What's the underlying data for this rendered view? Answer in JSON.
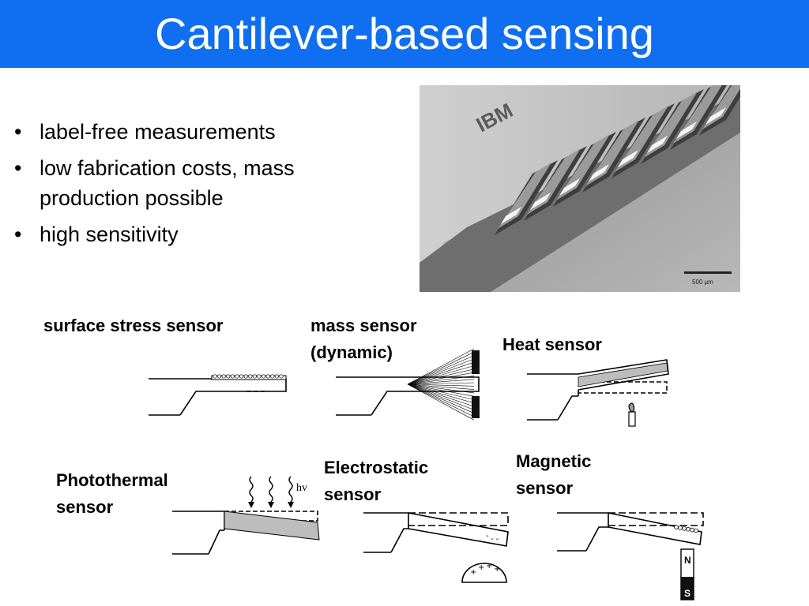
{
  "slide": {
    "title": "Cantilever-based sensing",
    "bullets": [
      "label-free measurements",
      "low fabrication costs, mass production possible",
      "high sensitivity"
    ]
  },
  "photo": {
    "logo_text": "IBM",
    "scale_bar_label": "500 µm"
  },
  "sensors": {
    "surface_stress": "surface stress sensor",
    "mass": "mass sensor (dynamic)",
    "heat": "Heat sensor",
    "photothermal": "Photothermal sensor",
    "electrostatic": "Electrostatic sensor",
    "magnetic": "Magnetic sensor"
  },
  "diagram_labels": {
    "light": "hv",
    "magnet_north": "N",
    "magnet_south": "S"
  },
  "colors": {
    "title_bar": "#0f6ff0",
    "title_text": "#ffffff"
  }
}
